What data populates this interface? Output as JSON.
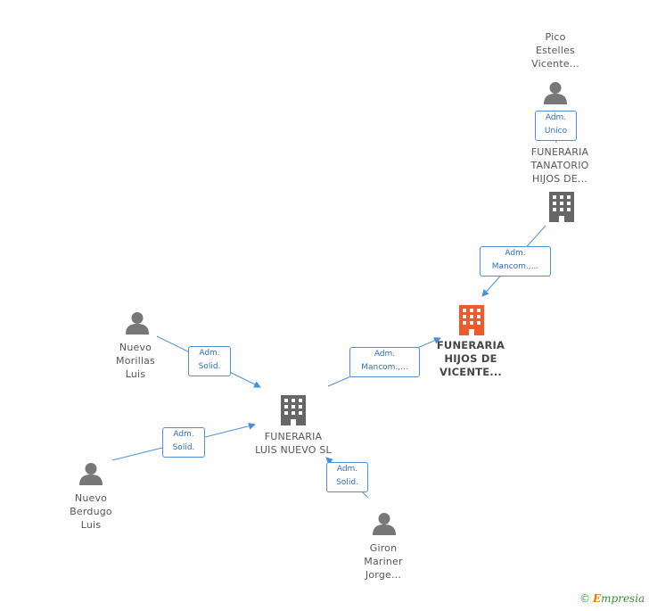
{
  "nodes": {
    "pico": {
      "lines": [
        "Pico",
        "Estelles",
        "Vicente..."
      ]
    },
    "tanatorio": {
      "lines": [
        "FUNERARIA",
        "TANATORIO",
        "HIJOS DE..."
      ]
    },
    "hijos": {
      "lines": [
        "FUNERARIA",
        "HIJOS DE",
        "VICENTE..."
      ]
    },
    "morillas": {
      "lines": [
        "Nuevo",
        "Morillas",
        "Luis"
      ]
    },
    "luis_nuevo": {
      "lines": [
        "FUNERARIA",
        "LUIS NUEVO SL"
      ]
    },
    "berdugo": {
      "lines": [
        "Nuevo",
        "Berdugo",
        "Luis"
      ]
    },
    "giron": {
      "lines": [
        "Giron",
        "Mariner",
        "Jorge..."
      ]
    }
  },
  "edges": {
    "pico_tanatorio": [
      "Adm.",
      "Unico"
    ],
    "tanatorio_hijos": [
      "Adm.",
      "Mancom.,..."
    ],
    "luisnuevo_hijos": [
      "Adm.",
      "Mancom.,..."
    ],
    "morillas_luisnuevo": [
      "Adm.",
      "Solid."
    ],
    "berdugo_luisnuevo": [
      "Adm.",
      "Solid."
    ],
    "giron_luisnuevo": [
      "Adm.",
      "Solid."
    ]
  },
  "colors": {
    "company": "#666666",
    "focus_company": "#f05a28",
    "person": "#777777",
    "edge": "#4a8fd8"
  },
  "watermark": {
    "copyright": "©",
    "brand_initial": "E",
    "brand_rest": "mpresia"
  }
}
